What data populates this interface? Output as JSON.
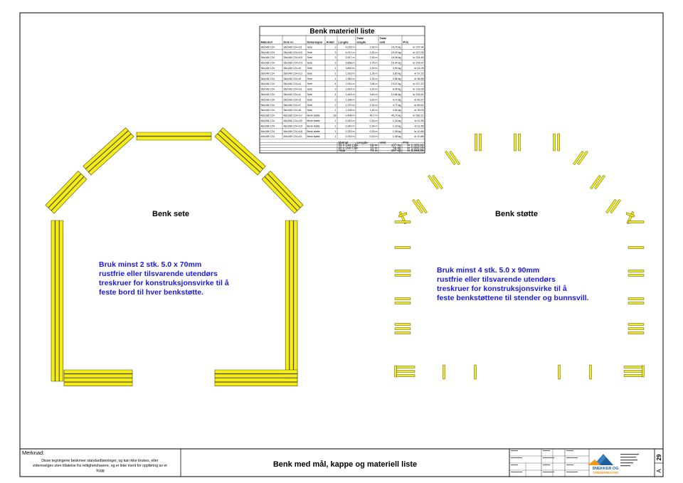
{
  "materials_table": {
    "title": "Benk materiell liste",
    "headers": [
      "Materiell",
      "Dele nr.",
      "Dekorasjon",
      "Antall",
      "Lengde",
      "Total lengde",
      "Total vekt",
      "Pris"
    ],
    "rows": [
      [
        "36x148 C24",
        "36x148 C24-x11",
        "Sete",
        "3",
        "4,216 m",
        "2,30 m",
        "15,79 kg",
        "kr 237,94"
      ],
      [
        "36x148 C24",
        "36x148 C24-x10",
        "Sete",
        "3",
        "4,017 m",
        "2,30 m",
        "15,09 kg",
        "kr 227,05"
      ],
      [
        "36x148 C24",
        "36x148 C24-x15",
        "Sete",
        "3",
        "3,917 m",
        "2,30 m",
        "16,06 kg",
        "kr 224,45"
      ],
      [
        "36x148 C24",
        "36x148 C24-x14",
        "Sete",
        "3",
        "3,858 m",
        "1,76 m",
        "16,40 kg",
        "kr 214,97"
      ],
      [
        "36x148 C24",
        "36x148 C24-x9",
        "Sete",
        "1",
        "3,800 m",
        "2,30 m",
        "3,90 kg",
        "kr 61,05"
      ],
      [
        "36x148 C24",
        "36x148 C24-x13",
        "Sete",
        "1",
        "1,923 m",
        "1,26 m",
        "3,83 kg",
        "kr 57,22"
      ],
      [
        "36x148 C24",
        "36x148 C24-x5",
        "Sete",
        "1",
        "1,963 m",
        "1,26 m",
        "3,56 kg",
        "kr 56,88"
      ],
      [
        "36x148 C24",
        "36x148 C24-x4",
        "Sete",
        "4",
        "1,914 m",
        "7,84 m",
        "13,10 kg",
        "kr 217,22"
      ],
      [
        "36x148 C24",
        "36x148 C24-x11",
        "Sete",
        "3",
        "1,814 m",
        "3,20 m",
        "8,45 kg",
        "kr 132,05"
      ],
      [
        "36x148 C24",
        "36x148 C24-x1",
        "Sete",
        "4",
        "1,463 m",
        "3,80 m",
        "10,86 kg",
        "kr 234,61"
      ],
      [
        "36x148 C24",
        "36x148 C24-x3",
        "Sete",
        "3",
        "1,398 m",
        "3,20 m",
        "4,73 kg",
        "kr 83,37"
      ],
      [
        "36x148 C24",
        "36x148 C24-x7",
        "Sete",
        "2",
        "1,370 m",
        "2,34 m",
        "4,73 kg",
        "kr 69,51"
      ],
      [
        "36x148 C24",
        "36x148 C24-x8",
        "Sete",
        "1",
        "1,208 m",
        "1,44 m",
        "4,50 kg",
        "kr 39,03"
      ],
      [
        "48x198 C24",
        "48x198 C24-x17",
        "Benk støtte",
        "28",
        "0,498 m",
        "45,7 m",
        "45,70 kg",
        "kr 530,31"
      ],
      [
        "48x198 C24",
        "48x198 C24-x20",
        "Benk støtte",
        "1",
        "0,343 m",
        "0,34 m",
        "1,18 kg",
        "kr 11,55"
      ],
      [
        "48x198 C24",
        "48x198 C24-x19",
        "Benk støtte",
        "1",
        "0,343 m",
        "0,34 m",
        "1,18 kg",
        "kr 11,55"
      ],
      [
        "48x198 C24",
        "48x198 C24-x18",
        "Benk støtte",
        "1",
        "0,333 m",
        "0,33 m",
        "1,08 kg",
        "kr 10,88"
      ],
      [
        "48x198 C24",
        "48x198 C24-x21",
        "Benk støtte",
        "1",
        "0,333 m",
        "0,33 m",
        "1,08 kg",
        "kr 10,88"
      ]
    ],
    "summary_headers": [
      "Matrial",
      "Lengde",
      "Vekt",
      "Pris"
    ],
    "summary_rows": [
      [
        "36 x 148 C24",
        "59 m",
        "107 kg",
        "kr 2.303,82"
      ],
      [
        "48 x 198 C24",
        "16 m",
        "59 kg",
        "kr 1.065,23"
      ],
      [
        "Total",
        "74 m",
        "167 kg",
        "kr 3.369,05"
      ]
    ]
  },
  "seat": {
    "title": "Benk sete",
    "note": [
      "Bruk minst 2 stk. 5.0 x 70mm",
      "rustfrie eller tilsvarende utendørs",
      "treskruer for konstruksjonsvirke til å",
      "feste bord til hver benkstøtte."
    ]
  },
  "support": {
    "title": "Benk støtte",
    "note": [
      "Bruk minst 4 stk. 5.0 x 90mm",
      "rustfrie eller tilsvarende utendørs",
      "treskruer for konstruksjonsvirke til å",
      "feste benkstøttene til stender og bunnsvill."
    ]
  },
  "title_block": {
    "remark_label": "Merknad:",
    "remark_text": [
      "Disse tegningene beskriver standardløsninger, og kan ikke brukes, eller",
      "videreselges uten tillatelse fra rettighetshavere, og er ikke ment for oppføring av et",
      "bygg"
    ],
    "drawing_title": "Benk med mål, kappe og materiell liste",
    "logo_text": [
      "SNEKKER OG",
      "TØMMERMESTER"
    ],
    "sheet_number": "29",
    "sheet_letter": "A"
  },
  "colors": {
    "wood": "#f5ec1a",
    "note_text": "#1a1adc",
    "outline": "#4a4a00"
  }
}
